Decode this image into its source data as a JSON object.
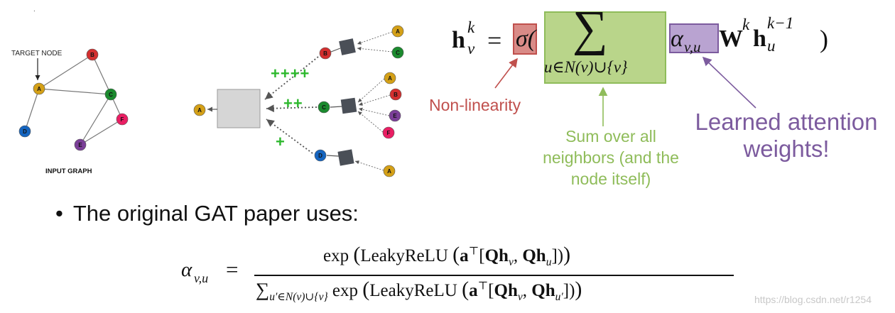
{
  "input_graph": {
    "target_label": "TARGET NODE",
    "caption": "INPUT GRAPH",
    "nodes": [
      {
        "id": "A",
        "color": "#d4a017"
      },
      {
        "id": "B",
        "color": "#d32f2f"
      },
      {
        "id": "C",
        "color": "#1b8a2e"
      },
      {
        "id": "D",
        "color": "#1565c0"
      },
      {
        "id": "E",
        "color": "#7b3f98"
      },
      {
        "id": "F",
        "color": "#e91e63"
      }
    ]
  },
  "computation_tree": {
    "root": "A",
    "level1": [
      "B",
      "C",
      "D"
    ],
    "level2": {
      "B": [
        "A",
        "C"
      ],
      "C": [
        "A",
        "B",
        "E",
        "F"
      ],
      "D": [
        "A"
      ]
    },
    "attention_marks": [
      "++++",
      "++",
      "+"
    ]
  },
  "formula": {
    "lhs_base": "h",
    "lhs_sup": "k",
    "lhs_sub": "v",
    "equals": "=",
    "sigma": "σ(",
    "sum_symbol": "∑",
    "sum_sub": "u∈N(v)∪{v}",
    "alpha": "α",
    "alpha_sub": "v,u",
    "w_base": "W",
    "w_sup": "k",
    "h_base": "h",
    "h_sup": "k−1",
    "h_sub": "u",
    "close": ")"
  },
  "annotations": {
    "nonlinearity": "Non-linearity",
    "sum_line1": "Sum over all",
    "sum_line2": "neighbors (and the",
    "sum_line3": "node itself)",
    "attention_line1": "Learned attention",
    "attention_line2": "weights!"
  },
  "colors": {
    "red_box": "#d98b87",
    "green_box": "#b9d58a",
    "purple_box": "#b9a3d1",
    "plus_green": "#2eb82e"
  },
  "bullet": {
    "marker": "•",
    "text": "The original GAT paper uses:"
  },
  "attention_formula": {
    "lhs": "α",
    "lhs_sub": "v,u",
    "equals": "=",
    "num_exp": "exp",
    "num_fn": "LeakyReLU",
    "num_a": "a",
    "num_top": "⊤",
    "num_Q1": "Q",
    "num_h1": "h",
    "num_h1_sub": "v",
    "num_Q2": "Q",
    "num_h2": "h",
    "num_h2_sub": "u",
    "den_sum": "∑",
    "den_sum_sub": "u′∈N(v)∪{v}",
    "den_exp": "exp",
    "den_fn": "LeakyReLU",
    "den_h2_sub": "u′"
  },
  "watermark": "https://blog.csdn.net/r1254"
}
